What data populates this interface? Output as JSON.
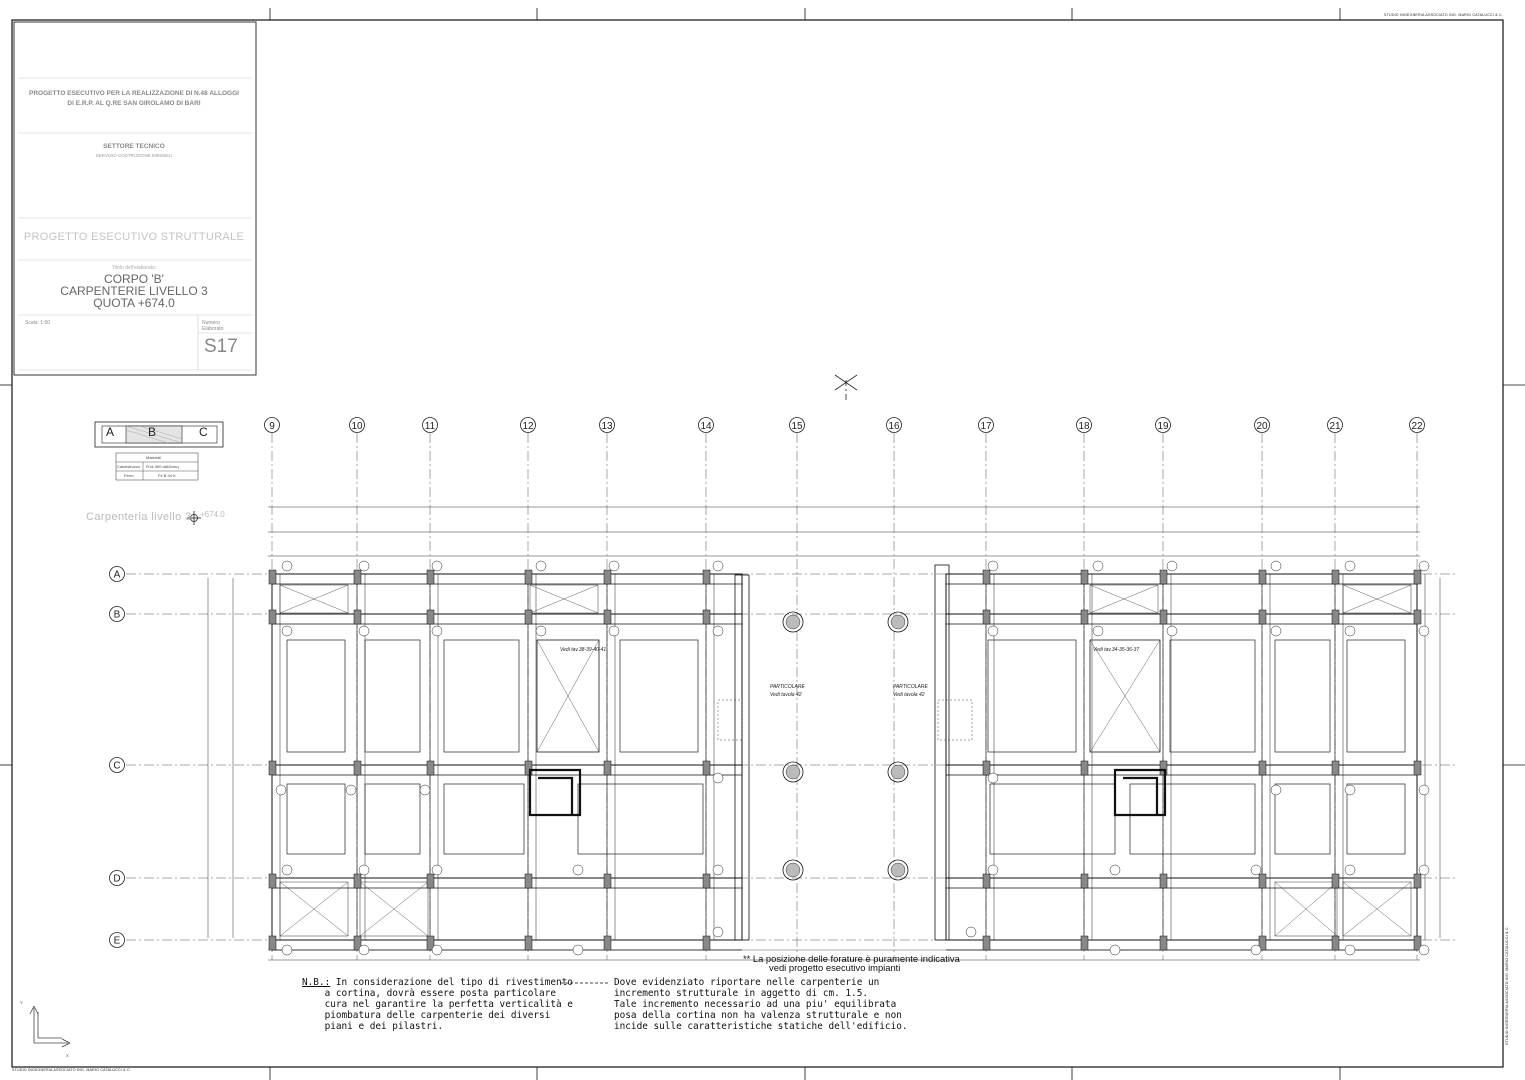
{
  "title_block": {
    "project_line1": "PROGETTO ESECUTIVO PER LA REALIZZAZIONE DI N.48 ALLOGGI",
    "project_line2": "DI E.R.P. AL Q.RE SAN GIROLAMO DI BARI",
    "sector": "SETTORE TECNICO",
    "sector_sub": "SERVIZIO COSTRUZIONE IMMOBILI",
    "structural": "PROGETTO ESECUTIVO STRUTTURALE",
    "title_label": "Titolo dell'elaborato:",
    "title_line1": "CORPO 'B'",
    "title_line2": "CARPENTERIE LIVELLO 3",
    "title_line3": "QUOTA +674.0",
    "scale": "Scala: 1:50",
    "number_label1": "Numero",
    "number_label2": "Elaborato",
    "number": "S17"
  },
  "studio": "STUDIO INGEGNERIA ASSOCIATO ING. MARIO CATALUCCI & C.",
  "key_plan": {
    "cells": [
      "A",
      "B",
      "C"
    ]
  },
  "materials": {
    "header": "Materiali",
    "row1_label": "Calcestruzzo",
    "row1_value": "R'ck 300 daN/cmq",
    "row2_label": "Ferro",
    "row2_value": "Fe B 44 K"
  },
  "plan": {
    "label": "Carpenteria livello 3",
    "quota": "+674.0",
    "axes_vertical": [
      "9",
      "10",
      "11",
      "12",
      "13",
      "14",
      "15",
      "16",
      "17",
      "18",
      "19",
      "20",
      "21",
      "22"
    ],
    "axes_horizontal": [
      "A",
      "B",
      "C",
      "D",
      "E"
    ],
    "see_left": "Vedi tav.38-39-40-41",
    "see_right": "Vedi tav.34-35-36-37",
    "particolare": "PARTICOLARE",
    "vedi_tavola": "Vedi tavola 42"
  },
  "notes": {
    "nb_label": "N.B.:",
    "nb_text": "In considerazione del tipo di rivestimento\n    a cortina, dovrà essere posta particolare\n    cura nel garantire la perfetta verticalità e\n    piombatura delle carpenterie dei diversi\n    piani e dei pilastri.",
    "right_text": "Dove evidenziato riportare nelle carpenterie un\nincremento strutturale in aggetto di cm. 1.5.\nTale incremento necessario ad una piu' equilibrata\nposa della cortina non ha valenza strutturale e non\nincide sulle caratteristiche statiche dell'edificio.",
    "forature": "** La posizione delle forature è puramente indicativa\n          vedi progetto esecutivo impianti"
  }
}
